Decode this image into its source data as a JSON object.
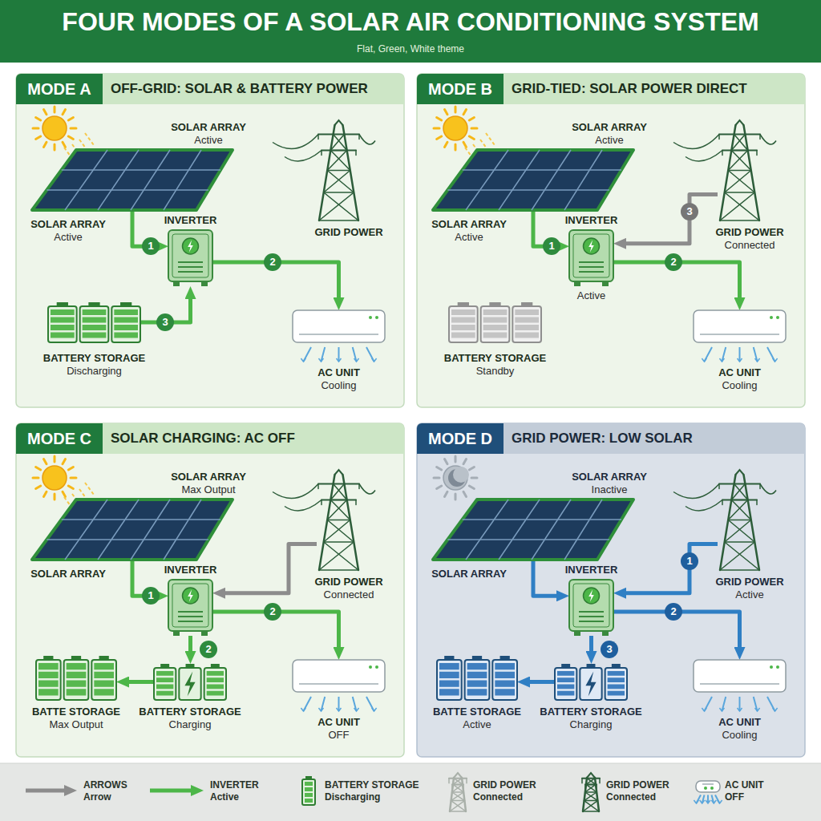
{
  "diagram": {
    "title": "FOUR MODES OF A SOLAR AIR CONDITIONING SYSTEM",
    "caption": "Flat, Green, White theme",
    "nodes": [
      {
        "text": [
          "MODE A",
          "OFF-GRID: SOLAR & BATTERY POWER"
        ]
      },
      {
        "text": [
          "SOLAR ARRAY",
          "Active",
          "SOLAR ARRAY",
          "Active"
        ],
        "in": 0
      },
      {
        "text": [
          "INVERTER"
        ],
        "in": 0
      },
      {
        "text": [
          "GRID POWER"
        ],
        "in": 0
      },
      {
        "text": [
          "BATTERY STORAGE",
          "Discharging"
        ],
        "in": 0
      },
      {
        "text": [
          "AC UNIT",
          "Cooling"
        ],
        "in": 0
      },
      {
        "text": [
          "MODE B",
          "GRID-TIED: SOLAR POWER DIRECT"
        ]
      },
      {
        "text": [
          "SOLAR ARRAY",
          "Active",
          "SOLAR ARRAY",
          "Active"
        ],
        "in": 6
      },
      {
        "text": [
          "INVERTER",
          "Active"
        ],
        "in": 6
      },
      {
        "text": [
          "GRID POWER",
          "Connected"
        ],
        "in": 6
      },
      {
        "text": [
          "BATTERY STORAGE",
          "Standby"
        ],
        "in": 6
      },
      {
        "text": [
          "AC UNIT",
          "Cooling"
        ],
        "in": 6
      },
      {
        "text": [
          "MODE C",
          "SOLAR CHARGING: AC OFF"
        ]
      },
      {
        "text": [
          "SOLAR ARRAY",
          "Max Output",
          "SOLAR ARRAY"
        ],
        "in": 12
      },
      {
        "text": [
          "INVERTER"
        ],
        "in": 12
      },
      {
        "text": [
          "GRID POWER",
          "Connected"
        ],
        "in": 12
      },
      {
        "text": [
          "BATTE STORAGE",
          "Max Output"
        ],
        "in": 12
      },
      {
        "text": [
          "BATTERY STORAGE",
          "Charging"
        ],
        "in": 12
      },
      {
        "text": [
          "AC UNIT",
          "OFF"
        ],
        "in": 12
      },
      {
        "text": [
          "MODE D",
          "GRID POWER: LOW SOLAR"
        ]
      },
      {
        "text": [
          "SOLAR ARRAY",
          "Inactive",
          "SOLAR ARRAY"
        ],
        "in": 19
      },
      {
        "text": [
          "INVERTER"
        ],
        "in": 19
      },
      {
        "text": [
          "GRID POWER",
          "Active"
        ],
        "in": 19
      },
      {
        "text": [
          "BATTE STORAGE",
          "Active"
        ],
        "in": 19
      },
      {
        "text": [
          "BATTERY STORAGE",
          "Charging"
        ],
        "in": 19
      },
      {
        "text": [
          "AC UNIT",
          "Cooling"
        ],
        "in": 19
      }
    ],
    "edges": [
      {
        "from": 1,
        "to": 2,
        "label": "1",
        "arrow": "to"
      },
      {
        "from": 2,
        "to": 5,
        "label": "2",
        "arrow": "to"
      },
      {
        "from": 4,
        "to": 2,
        "label": "3",
        "arrow": "to"
      },
      {
        "from": 7,
        "to": 8,
        "label": "1",
        "arrow": "to"
      },
      {
        "from": 8,
        "to": 11,
        "label": "2",
        "arrow": "to"
      },
      {
        "from": 9,
        "to": 8,
        "label": "3",
        "arrow": "to"
      },
      {
        "from": 13,
        "to": 14,
        "label": "1",
        "arrow": "to"
      },
      {
        "from": 15,
        "to": 14,
        "arrow": "to"
      },
      {
        "from": 14,
        "to": 18,
        "label": "2",
        "arrow": "to"
      },
      {
        "from": 14,
        "to": 17,
        "label": "2",
        "arrow": "to"
      },
      {
        "from": 17,
        "to": 16,
        "arrow": "to"
      },
      {
        "from": 22,
        "to": 21,
        "label": "1",
        "arrow": "to"
      },
      {
        "from": 20,
        "to": 21,
        "arrow": "to"
      },
      {
        "from": 21,
        "to": 25,
        "label": "2",
        "arrow": "to"
      },
      {
        "from": 21,
        "to": 24,
        "label": "3",
        "arrow": "to"
      },
      {
        "from": 24,
        "to": 23,
        "arrow": "to"
      }
    ],
    "legend": [
      {
        "text": "ARROWS Arrow"
      },
      {
        "text": "INVERTER Active"
      },
      {
        "text": "BATTERY STORAGE Discharging"
      },
      {
        "text": "GRID POWER Connected"
      },
      {
        "text": "GRID POWER Connected"
      },
      {
        "text": "AC UNIT OFF"
      }
    ]
  }
}
